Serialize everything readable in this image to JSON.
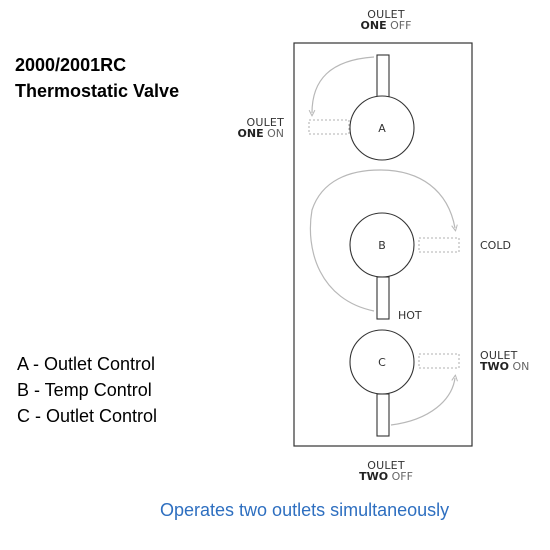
{
  "title": {
    "line1": "2000/2001RC",
    "line2": "Thermostatic Valve"
  },
  "legend": {
    "a": "A - Outlet Control",
    "b": "B - Temp Control",
    "c": "C - Outlet Control"
  },
  "caption": "Operates two outlets simultaneously",
  "labels": {
    "outlet_one_off": {
      "top": "OULET",
      "name": "ONE",
      "state": "OFF"
    },
    "outlet_one_on": {
      "top": "OULET",
      "name": "ONE",
      "state": "ON"
    },
    "cold": "COLD",
    "hot": "HOT",
    "outlet_two_on": {
      "top": "OULET",
      "name": "TWO",
      "state": "ON"
    },
    "outlet_two_off": {
      "top": "OULET",
      "name": "TWO",
      "state": "OFF"
    }
  },
  "knobs": {
    "a": "A",
    "b": "B",
    "c": "C"
  },
  "colors": {
    "caption": "#2e6fc0",
    "arrow": "#b8b8b8",
    "outline": "#333333"
  }
}
